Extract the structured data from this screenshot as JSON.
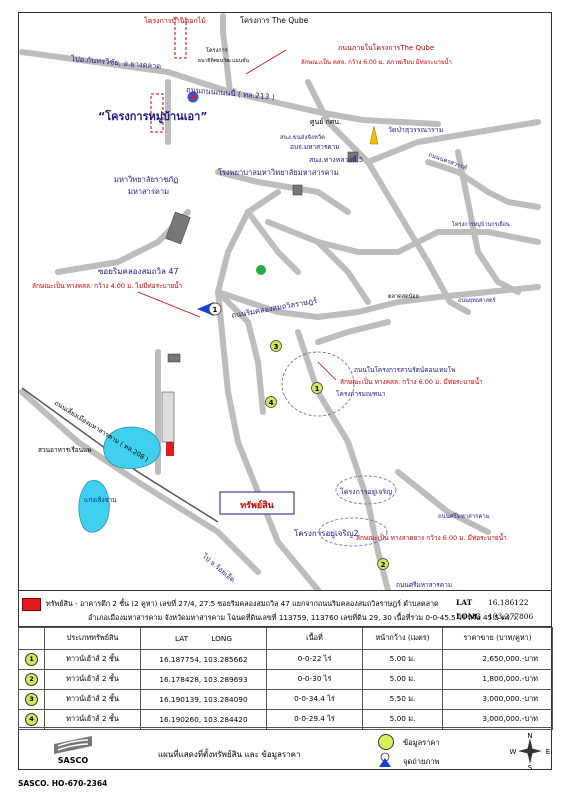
{
  "map": {
    "the_cube_label": "โครงการ The Qube",
    "project_top_label": "โครงการบ้านดอกไม้",
    "project_small_label": "โครงการ",
    "thanat_label": "ธนาธิทิศธนวัฒ แมนชั่น",
    "road_to_kantharawichai": "ไปอ.กันทรวิชัย, อ.ยางตลาด",
    "road_thanonthanon": "ถนนถนนถนนนี้ ( ทล.213 )",
    "village_project": "“โครงการหมู่บ้านเอา”",
    "qube_road_label": "ถนนภายในโครงการThe Qube",
    "qube_road_desc": "ลักษณะเป็น คสล. กว้าง 6.00 ม. สภาพเรียบ มีท่อระบายน้ำ",
    "center_label": "ศูนย์ กศน.",
    "office_label_1": "สนง.ขนส่งจังหวัด",
    "office_label_2": "อบจ.มหาสารคาม",
    "temple_label": "วัดป่าสุวรรณาราม",
    "school_label": "สนง.ทางหลวงที่ 5",
    "univ_label_1": "มหาวิทยาลัยราชภัฏ",
    "univ_label_2": "มหาสารคาม",
    "hospital_label": "โรงพยาบาลมหาวิทยาลัยมหาสารคาม",
    "road_right_1": "ถนนนครสวรรค์",
    "village_right": "โครงการหมู่บ้านกรเยือน",
    "road_right_2": "ถนนยุทธศาสตร์",
    "soi_label": "ซอยริมคลองสมถวิล 47",
    "soi_desc": "ลักษณะเป็น ทางคสล. กว้าง 4.00 ม. ไม่มีท่อระบายน้ำ",
    "market_label": "ตลาดสดน้อย",
    "road_middle": "ถนนริมคลองสมถวิลราษฎร์",
    "road_ring": "ถนนเลี่ยงเมืองมหาสารคาม ( ทล.208 )",
    "project_1_desc_1": "ถนนในโครงการสวนรัตน์คอนเทมโพ",
    "project_1_desc_2": "ลักษณะเป็น ทางคสล. กว้าง 6.00 ม. มีท่อระบายน้ำ",
    "project_1_name": "โครงการมณฑนา",
    "park_label_1": "สวนอาหารเรือนแพ",
    "park_label_2": "แก่งเลิงจาน",
    "asset_marker_label": "ทรัพย์สิน",
    "project_village_1": "โครงการอยู่เจริญ",
    "project_village_2": "โครงการอยู่เจริญ2",
    "road_south_1": "ถนนศรีมหาสารคาม",
    "road_south_2": "ลักษณะเป็น ทางลาดยาง กว้าง 6.00 ม. มีท่อระบายน้ำ",
    "road_south_3": "ถนนศรีมหาสารคาม",
    "to_roiet": "ไป จ.ร้อยเอ็ด",
    "pin_1": "1",
    "pin_2": "2",
    "pin_3": "3",
    "pin_4": "4"
  },
  "asset": {
    "line1": "ทรัพย์สิน - อาคารตึก 2 ชั้น (2 คูหา) เลขที่ 27/4, 27.5 ซอยริมคลองสมถวิล 47 แยกจากถนนริมคลองสมถวิลราษฎร์ ตำบลตลาด",
    "line2": "อำเภอเมืองมหาสารคาม จังหวัดมหาสารคาม โฉนดที่ดินเลขที่ 113759, 113760 เลขที่ดิน 29, 30 เนื้อที่รวม 0-0-45.5 ไร่ หรือ 45.5 ตร.ว.",
    "lat_label": "LAT",
    "lat_value": "16.186122",
    "long_label": "LONG",
    "long_value": "103.277806"
  },
  "table": {
    "headers": {
      "type": "ประเภททรัพย์สิน",
      "lat": "LAT",
      "long": "LONG",
      "area": "เนื้อที่",
      "frontage": "หน้ากว้าง (เมตร)",
      "price": "ราคาขาย (บาท/คูหา)"
    },
    "rows": [
      {
        "no": "1",
        "type": "ทาวน์เฮ้าส์ 2 ชั้น",
        "coords": "16.187754, 103.285662",
        "area": "0-0-22 ไร่",
        "frontage": "5.00 ม.",
        "price": "2,650,000.-บาท"
      },
      {
        "no": "2",
        "type": "ทาวน์เฮ้าส์ 2 ชั้น",
        "coords": "16.178428, 103.289693",
        "area": "0-0-30 ไร่",
        "frontage": "5.00 ม.",
        "price": "1,800,000.-บาท"
      },
      {
        "no": "3",
        "type": "ทาวน์เฮ้าส์ 2 ชั้น",
        "coords": "16.190139, 103.284090",
        "area": "0-0-34.4 ไร่",
        "frontage": "5.50 ม.",
        "price": "3,000,000.-บาท"
      },
      {
        "no": "4",
        "type": "ทาวน์เฮ้าส์ 2 ชั้น",
        "coords": "16.190260, 103.284420",
        "area": "0-0-29.4 ไร่",
        "frontage": "5.00 ม.",
        "price": "3,000,000.-บาท"
      }
    ]
  },
  "footer": {
    "logo_text": "SASCO",
    "title": "แผนที่แสดงที่ตั้งทรัพย์สิน และ ข้อมูลราคา",
    "legend_price": "ข้อมูลราคา",
    "legend_photo": "จุดถ่ายภาพ",
    "compass_n": "N",
    "compass_s": "S",
    "compass_e": "E",
    "compass_w": "W",
    "doc_code": "SASCO. HO-670-2364"
  },
  "colors": {
    "road": "#b8b8b8",
    "water": "#3fd0ef",
    "asset": "#e31b1b",
    "label_blue": "#1a1a8c",
    "label_red": "#cc0000",
    "pin": "#cfe85a"
  }
}
